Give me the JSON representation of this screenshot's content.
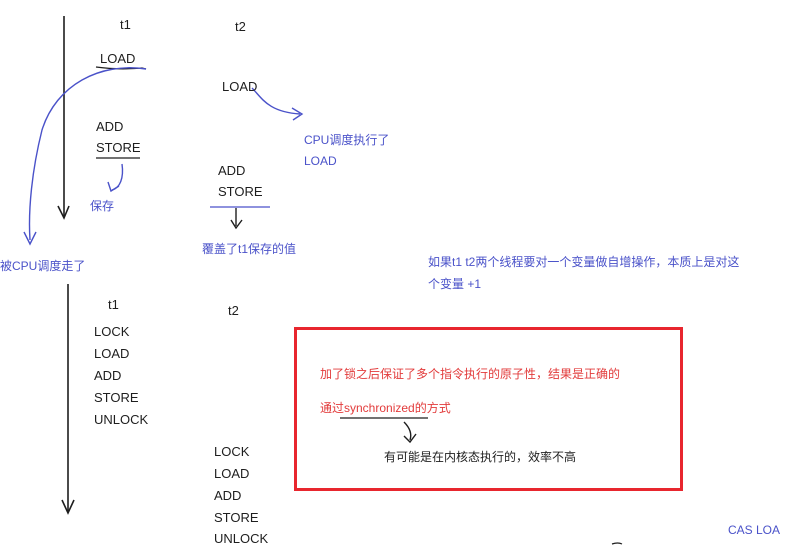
{
  "top": {
    "t1_label": "t1",
    "t2_label": "t2",
    "t1_load": "LOAD",
    "t1_add": "ADD",
    "t1_store": "STORE",
    "t2_load": "LOAD",
    "t2_add": "ADD",
    "t2_store": "STORE",
    "note_scheduled_away": "被CPU调度走了",
    "note_save": "保存",
    "note_cpu_exec_line1": "CPU调度执行了",
    "note_cpu_exec_line2": "LOAD",
    "note_overwrite": "覆盖了t1保存的值"
  },
  "explanation": {
    "line1": "如果t1 t2两个线程要对一个变量做自增操作，本质上是对这",
    "line2": "个变量 +1"
  },
  "bottom": {
    "t1_label": "t1",
    "t2_label": "t2",
    "t1_ops": [
      "LOCK",
      "LOAD",
      "ADD",
      "STORE",
      "UNLOCK"
    ],
    "t2_ops": [
      "LOCK",
      "LOAD",
      "ADD",
      "STORE",
      "UNLOCK"
    ]
  },
  "lock_box": {
    "line1": "加了锁之后保证了多个指令执行的原子性，结果是正确的",
    "line2": "通过synchronized的方式",
    "line3": "有可能是在内核态执行的，效率不高",
    "border_color": "#e8262e"
  },
  "corner_text": "CAS  LOA",
  "colors": {
    "ink_black": "#1e1e1e",
    "ink_blue": "#4a52c9",
    "ink_red": "#e23b3b"
  }
}
